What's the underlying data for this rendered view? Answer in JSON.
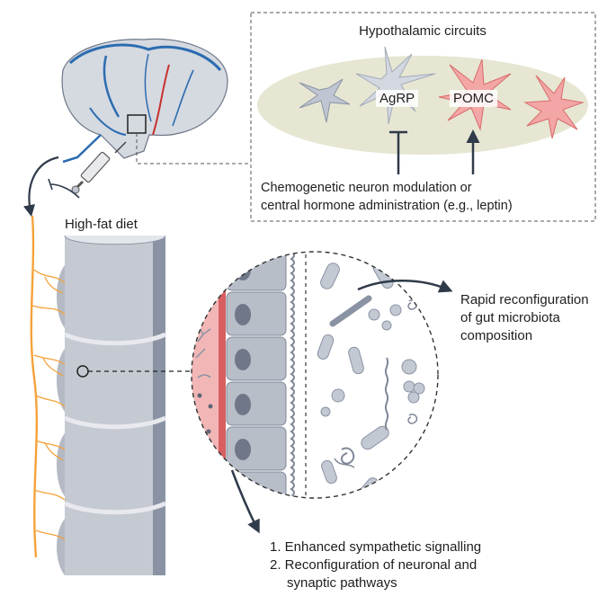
{
  "hypothalamus": {
    "title": "Hypothalamic circuits",
    "agrp": "AgRP",
    "pomc": "POMC",
    "modulation_line1": "Chemogenetic neuron modulation or",
    "modulation_line2": "central hormone administration (e.g., leptin)"
  },
  "diet_label": "High-fat diet",
  "microbiota": {
    "line1": "Rapid reconfiguration",
    "line2": "of gut microbiota",
    "line3": "composition"
  },
  "outcomes": {
    "item1": "1. Enhanced sympathetic signalling",
    "item2": "2. Reconfiguration of neuronal and",
    "item2_cont": "synaptic pathways"
  },
  "colors": {
    "nerve": "#f5a23a",
    "vessel_blue": "#2b6cb0",
    "vessel_red": "#c8312e",
    "pomc_neuron": "#ef8f8f",
    "agrp_neuron": "#bfc6d1",
    "oval_fill": "#e6e6d3",
    "gut_fill": "#c5c9d1",
    "mucosa": "#f2b6b6"
  }
}
